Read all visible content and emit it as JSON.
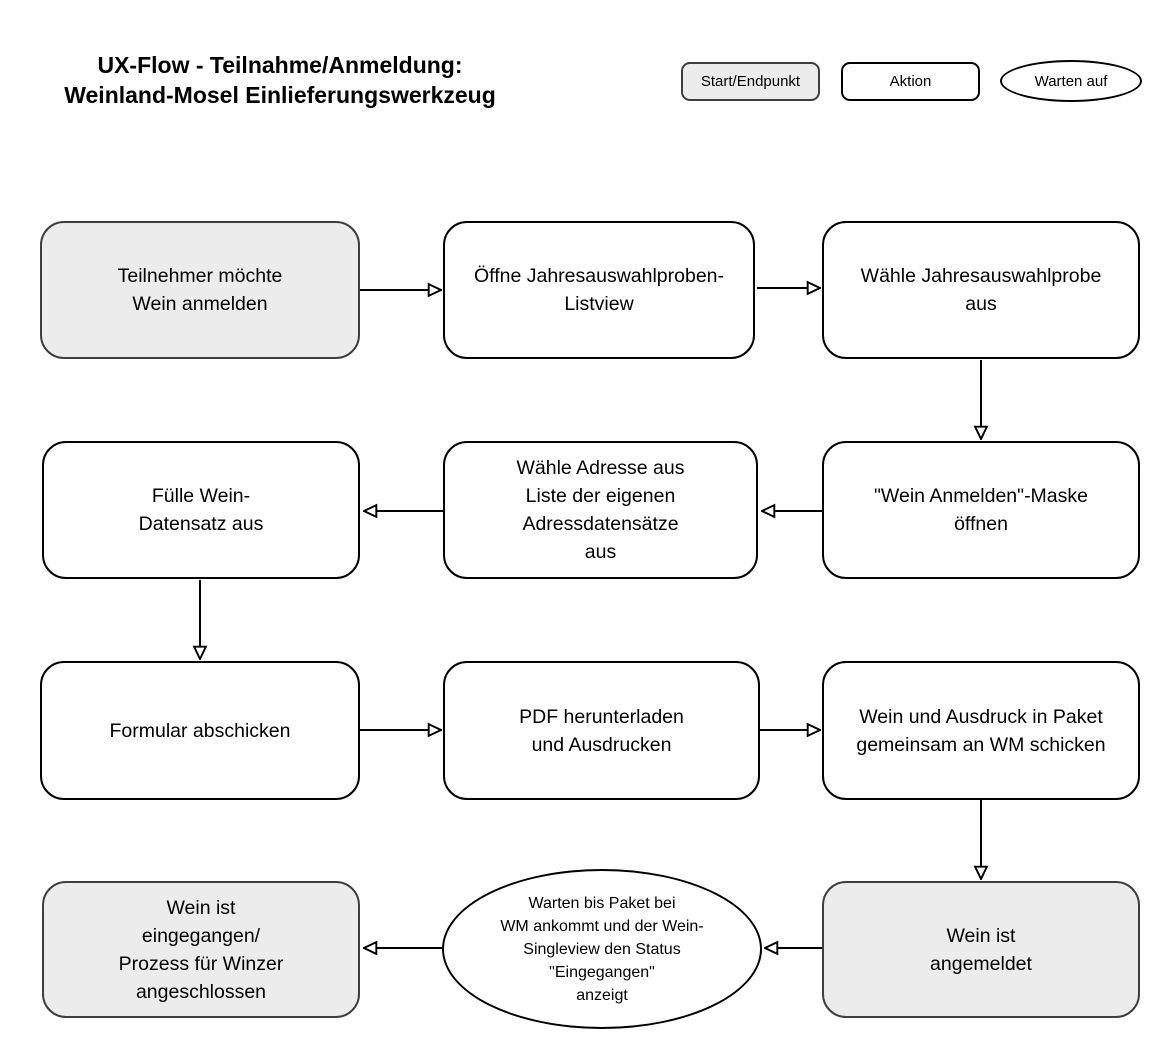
{
  "title": {
    "text": "UX-Flow - Teilnahme/Anmeldung:\nWeinland-Mosel Einlieferungswerkzeug"
  },
  "legend": [
    {
      "label": "Start/Endpunkt",
      "shape": "rounded-rect",
      "fill": "#ececec"
    },
    {
      "label": "Aktion",
      "shape": "rounded-rect",
      "fill": "#ffffff"
    },
    {
      "label": "Warten auf",
      "shape": "ellipse",
      "fill": "#ffffff"
    }
  ],
  "nodes": {
    "start": {
      "label": "Teilnehmer möchte\nWein anmelden",
      "type": "start-end"
    },
    "open_listview": {
      "label": "Öffne Jahresauswahlproben-\nListview",
      "type": "action"
    },
    "select_sample": {
      "label": "Wähle Jahresauswahlprobe\naus",
      "type": "action"
    },
    "open_mask": {
      "label": "\"Wein Anmelden\"-Maske\nöffnen",
      "type": "action"
    },
    "select_address": {
      "label": "Wähle Adresse aus\nListe der eigenen\nAdressdatensätze\naus",
      "type": "action"
    },
    "fill_wine_record": {
      "label": "Fülle Wein-\nDatensatz aus",
      "type": "action"
    },
    "submit_form": {
      "label": "Formular abschicken",
      "type": "action"
    },
    "download_pdf": {
      "label": "PDF herunterladen\nund Ausdrucken",
      "type": "action"
    },
    "send_package": {
      "label": "Wein und Ausdruck in Paket\ngemeinsam an WM schicken",
      "type": "action"
    },
    "wine_registered": {
      "label": "Wein ist\nangemeldet",
      "type": "start-end"
    },
    "wait_arrival": {
      "label": "Warten bis Paket bei\nWM ankommt und der Wein-\nSingleview den Status\n\"Eingegangen\"\nanzeigt",
      "type": "wait"
    },
    "wine_received": {
      "label": "Wein ist\neingegangen/\nProzess für Winzer\nangeschlossen",
      "type": "start-end"
    }
  },
  "colors": {
    "start_end_fill": "#ececec",
    "action_fill": "#ffffff",
    "start_end_border": "#3f3f3f",
    "action_border": "#000000",
    "arrow": "#000000"
  }
}
